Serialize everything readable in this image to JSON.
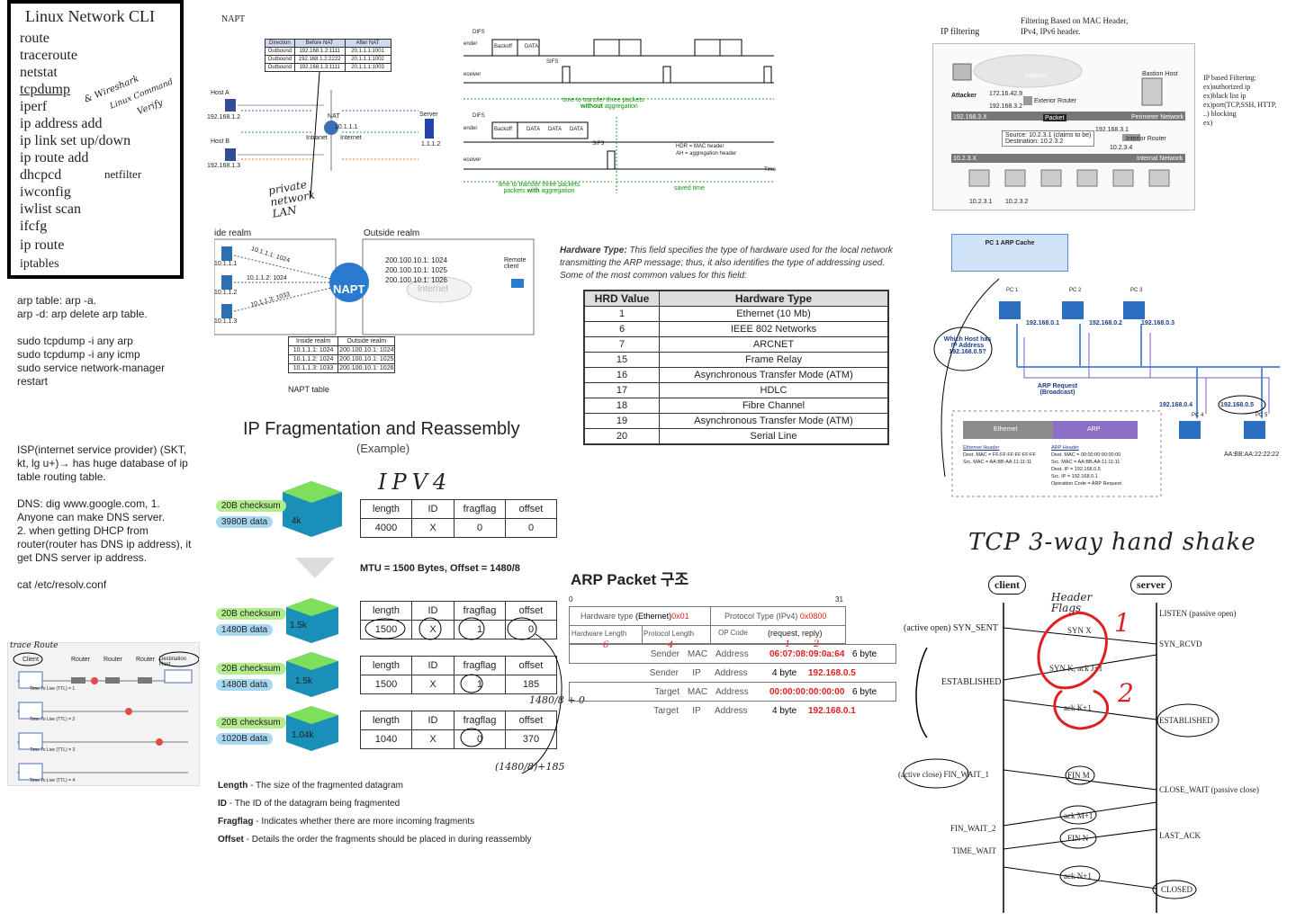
{
  "cli": {
    "title": "Linux Network CLI",
    "commands": [
      "route",
      "traceroute",
      "netstat",
      "tcpdump",
      "iperf",
      "ip address add",
      "ip link set up/down",
      "ip route add",
      "dhcpcd",
      "iwconfig",
      "iwlist scan",
      "ifcfg",
      "ip route",
      "iptables"
    ],
    "side_note": "netfilter",
    "hand_note_1": "& Wireshark",
    "hand_note_2": "Linux Command",
    "hand_note_3": "Verify"
  },
  "notes": {
    "arp": "arp table: arp -a.\narp -d: arp delete arp table.\n\nsudo tcpdump -i any arp\nsudo tcpdump -i any icmp\nsudo service network-manager\nrestart",
    "isp": "ISP(internet service provider) (SKT,\nkt, lg u+)→ has huge database of ip\ntable routing table.\n\nDNS: dig www.google.com, 1.\nAnyone can make DNS server.\n2. when getting DHCP from\nrouter(router has DNS ip address), it\nget DNS server ip address.\n\ncat /etc/resolv.conf"
  },
  "napt1": {
    "title": "NAPT",
    "headers": [
      "Direction",
      "Before NAT",
      "After NAT"
    ],
    "rows": [
      [
        "Outbound",
        "192.168.1.2:1111",
        "20.1.1.1:1001"
      ],
      [
        "Outbound",
        "192.168.1.2:2222",
        "20.1.1.1:1002"
      ],
      [
        "Outbound",
        "192.168.1.3:1111",
        "20.1.1.1:1003"
      ]
    ],
    "labels": {
      "host_a": "Host A",
      "host_b": "Host B",
      "ip_a": "192.168.1.2",
      "ip_b": "192.168.1.3",
      "nat": "NAT",
      "server": "Server",
      "server_ip": "1.1.1.2",
      "intranet": "Intranet",
      "internet": "Internet",
      "router_ip": "20.1.1.1"
    },
    "hand": "private network LAN"
  },
  "aggregation": {
    "top_text": "time to transfer three packets",
    "top_bold": "without",
    "top_suffix": "aggregation",
    "bottom_text": "time to transfer three packets",
    "bottom_bold": "with",
    "bottom_suffix": "aggregation",
    "saved": "saved time",
    "hdr": "HDR = MAC header",
    "ah": "AH = aggregation header",
    "time": "Time",
    "sender": "ender",
    "receiver": "eceiver",
    "difs": "DIFS",
    "sifs": "SIFS",
    "backoff": "Backoff",
    "data": "DATA"
  },
  "ipfilter": {
    "title": "IP filtering",
    "subtitle": "Filtering Based on MAC Header, IPv4, IPv6 header.",
    "side": "IP based Filtering:\nex)authorized ip\nex)black list ip\nex)port(TCP,SSH, HTTP,\n..) blocking\nex)",
    "labels": {
      "attacker": "Attacker",
      "internet": "Internet",
      "bastion": "Bastion Host",
      "ext_router": "Exterior Router",
      "int_router": "Interior Router",
      "packet": "Packet",
      "source": "Source:",
      "src_ip": "10.2.3.1",
      "dest": "Destination:",
      "dst_ip": "10.2.3.2",
      "net1": "192.168.3.X",
      "net2": "10.2.3.X",
      "perimeter": "Perimeter Network",
      "internal": "Internal Network",
      "ip_a": "172.16.42.9",
      "ip_b": "192.168.3.2",
      "ip_c": "192.168.3.1",
      "ip_d": "10.2.3.4",
      "ip_e": "10.2.3.1",
      "ip_f": "10.2.3.2",
      "claims": "(claims to be)"
    }
  },
  "napt2": {
    "inside": "ide realm",
    "outside": "Outside realm",
    "router": "NAPT",
    "internet": "Internet",
    "remote": "Remote client",
    "pub_lines": [
      "200.100.10.1: 1024",
      "200.100.10.1: 1025",
      "200.100.10.1: 1026"
    ],
    "priv_lines": [
      "10.1.1.1: 1024",
      "10.1.1.2: 1024",
      "10.1.1.3: 1033"
    ],
    "hosts": [
      "10.1.1.1",
      "10.1.1.2",
      "10.1.1.3"
    ],
    "table_headers": [
      "Inside realm",
      "Outside realm"
    ],
    "table_rows": [
      [
        "10.1.1.1: 1024",
        "200.100.10.1: 1024"
      ],
      [
        "10.1.1.2: 1024",
        "200.100.10.1: 1025"
      ],
      [
        "10.1.1.3: 1033",
        "200.100.10.1: 1026"
      ]
    ],
    "caption": "NAPT table"
  },
  "hwtype": {
    "label": "Hardware Type:",
    "desc": "This field specifies the type of hardware used for the local network transmitting the ARP message; thus, it also identifies the type of addressing used. Some of the most common values for this field:",
    "headers": [
      "HRD Value",
      "Hardware Type"
    ],
    "rows": [
      [
        "1",
        "Ethernet (10 Mb)"
      ],
      [
        "6",
        "IEEE 802 Networks"
      ],
      [
        "7",
        "ARCNET"
      ],
      [
        "15",
        "Frame Relay"
      ],
      [
        "16",
        "Asynchronous Transfer Mode (ATM)"
      ],
      [
        "17",
        "HDLC"
      ],
      [
        "18",
        "Fibre Channel"
      ],
      [
        "19",
        "Asynchronous Transfer Mode (ATM)"
      ],
      [
        "20",
        "Serial Line"
      ]
    ]
  },
  "arpcache": {
    "title": "PC 1 ARP Cache",
    "pcs": [
      "PC 1",
      "PC 2",
      "PC 3",
      "PC 4",
      "PC 5"
    ],
    "ips": [
      "192.168.0.1",
      "192.168.0.2",
      "192.168.0.3",
      "192.168.0.4",
      "192.168.0.5"
    ],
    "question": "Which Host has IP Address 192.168.0.5?",
    "request": "ARP Request (Broadcast)",
    "ethernet": "Ethernet",
    "arp": "ARP",
    "eth_hdr": "Ethernet Header",
    "eth_dest": "Dest. MAC = FF:FF:FF:FF:FF:FF",
    "eth_src": "Src. MAC = AA:BB:AA:11:11:11",
    "arp_hdr": "ARP Header",
    "arp_dmac": "Dest. MAC = 00:00:00:00:00:00",
    "arp_smac": "Src. MAC = AA:BB:AA:11:11:11",
    "arp_dip": "Dest. IP = 192.168.0.5",
    "arp_sip": "Src. IP = 192.168.0.1",
    "arp_op": "Operation Code = ARP Request",
    "mac5": "AA:BB:AA:22:22:22"
  },
  "frag": {
    "title": "IP Fragmentation and Reassembly",
    "subtitle": "(Example)",
    "hand_ipv4": "IPV4",
    "mtu": "MTU = 1500 Bytes,  Offset = 1480/8",
    "headers": [
      "length",
      "ID",
      "fragflag",
      "offset"
    ],
    "rows": [
      [
        "4000",
        "X",
        "0",
        "0"
      ],
      [
        "1500",
        "X",
        "1",
        "0"
      ],
      [
        "1500",
        "X",
        "1",
        "185"
      ],
      [
        "1040",
        "X",
        "0",
        "370"
      ]
    ],
    "pills": [
      [
        "20B checksum",
        "3980B data",
        "4k"
      ],
      [
        "20B checksum",
        "1480B data",
        "1.5k"
      ],
      [
        "20B checksum",
        "1480B data",
        "1.5k"
      ],
      [
        "20B checksum",
        "1020B data",
        "1.04k"
      ]
    ],
    "defs": [
      [
        "Length",
        " - The size of the fragmented datagram"
      ],
      [
        "ID",
        " - The ID of the datagram being fragmented"
      ],
      [
        "Fragflag",
        " - Indicates whether there are more incoming fragments"
      ],
      [
        "Offset",
        " - Details the order the fragments should be placed in during reassembly"
      ]
    ],
    "hand_calc1": "1480/8 + 0",
    "hand_calc2": "(1480/8)+185"
  },
  "arppkt": {
    "title": "ARP Packet 구조",
    "bit0": "0",
    "bit31": "31",
    "hw_type": "Hardware type",
    "ethernet": "(Ethernet)",
    "hw_val": "0x01",
    "proto_type": "Protocol Type (IPv4)",
    "proto_val": "0x0800",
    "hw_len": "Hardware Length",
    "proto_len": "Protocol Length",
    "op": "OP Code",
    "op_val": "(request, reply)",
    "rows": [
      [
        "Sender",
        "MAC",
        "Address",
        "06:07:08:09:0a:64",
        "6 byte"
      ],
      [
        "Sender",
        "IP",
        "Address",
        "4 byte",
        "192.168.0.5"
      ],
      [
        "Target",
        "MAC",
        "Address",
        "00:00:00:00:00:00",
        "6 byte"
      ],
      [
        "Target",
        "IP",
        "Address",
        "4 byte",
        "192.168.0.1"
      ]
    ],
    "hand_6": "6",
    "hand_4": "4",
    "hand_1": "1",
    "hand_2": "2"
  },
  "tracert": {
    "title": "trace Route",
    "client": "Client",
    "router": "Router",
    "dest": "Destination Host",
    "ttl": [
      "Time To Live (TTL) = 1",
      "Time To Live (TTL) = 2",
      "Time To Live (TTL) = 3",
      "Time To Live (TTL) = 4"
    ]
  },
  "tcp": {
    "title": "TCP 3-way hand shake",
    "client": "client",
    "server": "server",
    "header_flags": "Header Flags",
    "left": [
      "(active open) SYN_SENT",
      "ESTABLISHED",
      "(active close) FIN_WAIT_1",
      "FIN_WAIT_2",
      "TIME_WAIT"
    ],
    "right": [
      "LISTEN  (passive open)",
      "SYN_RCVD",
      "ESTABLISHED",
      "CLOSE_WAIT  (passive close)",
      "LAST_ACK",
      "CLOSED"
    ],
    "msgs": [
      "SYN X",
      "SYN K, ack J+1",
      "ack K+1",
      "FIN M",
      "ack M+1",
      "FIN N",
      "ack N+1"
    ],
    "num1": "1",
    "num2": "2"
  }
}
